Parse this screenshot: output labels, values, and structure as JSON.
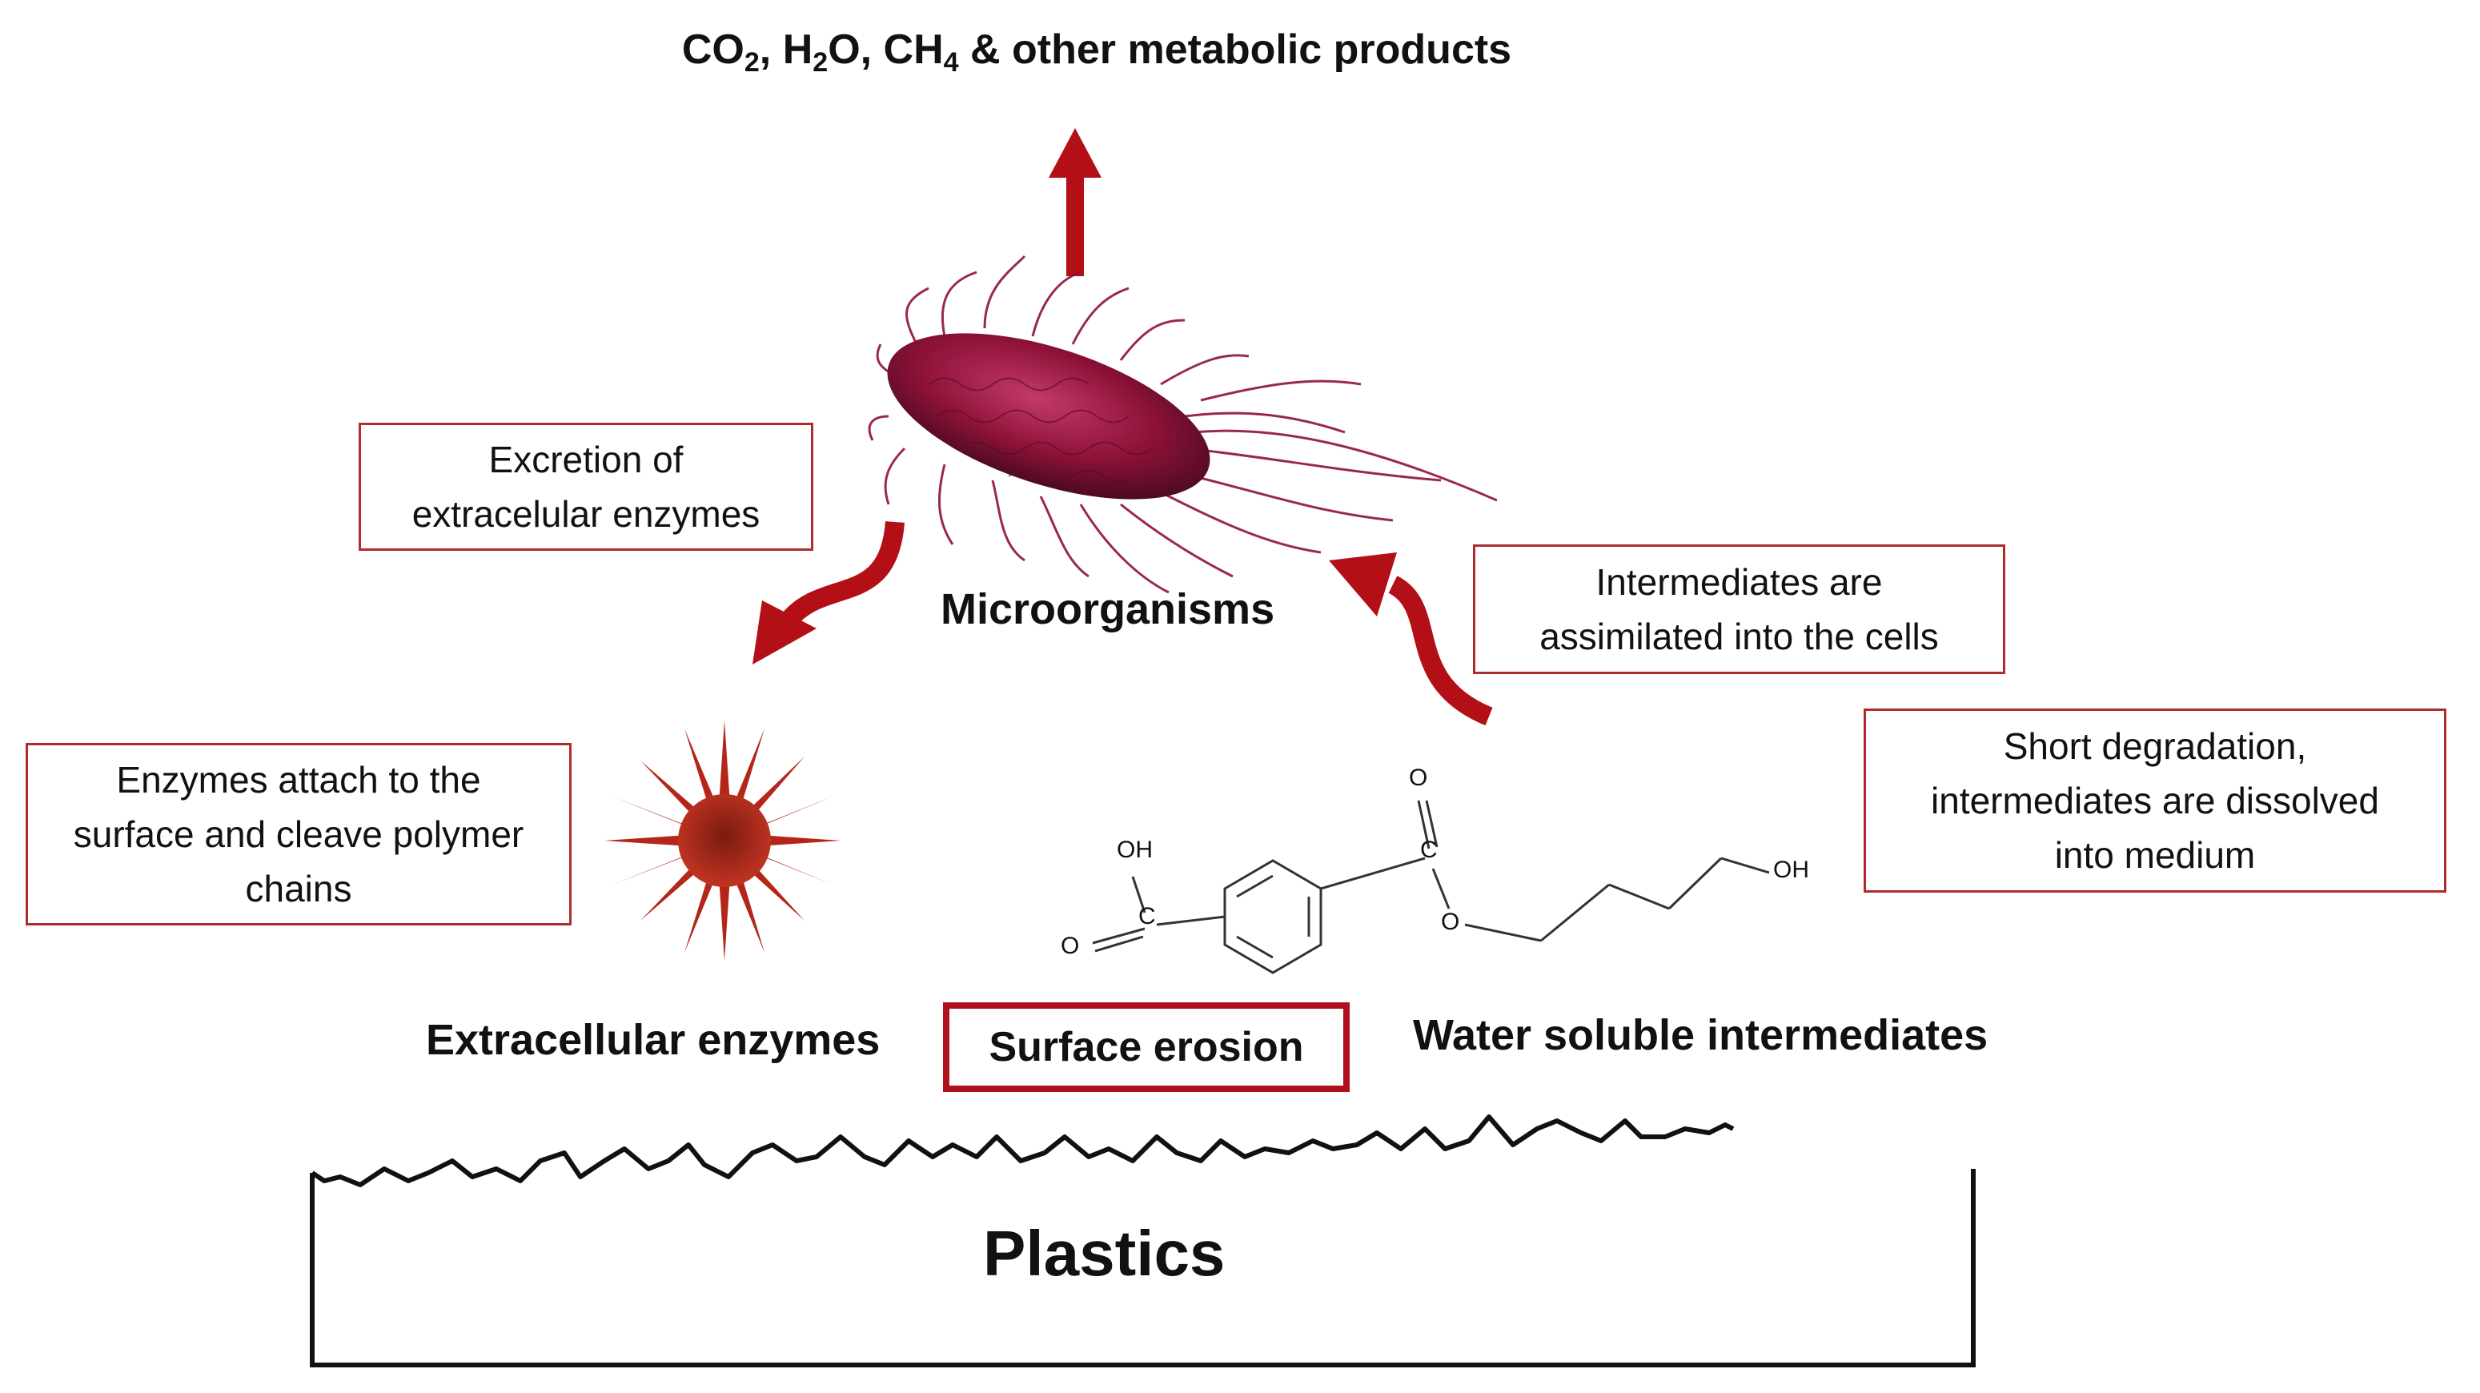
{
  "title": {
    "co2_main": "CO",
    "co2_sub": "2",
    "h2o_pre": "H",
    "h2o_sub": "2",
    "h2o_post": "O",
    "ch4_main": "CH",
    "ch4_sub": "4",
    "rest": " & other metabolic products"
  },
  "boxes": {
    "excretion": "Excretion of\nextracelular enzymes",
    "intermediates_assimilated": "Intermediates  are\nassimilated into the cells",
    "short_degradation": "Short degradation,\nintermediates are dissolved\ninto medium",
    "enzymes_attach": "Enzymes attach to the\nsurface and cleave polymer\nchains"
  },
  "labels": {
    "microorganisms": "Microorganisms",
    "extracellular_enzymes": "Extracellular enzymes",
    "water_soluble": "Water soluble intermediates",
    "surface_erosion": "Surface erosion",
    "plastics": "Plastics"
  },
  "molecule": {
    "oh_left": "OH",
    "o_left": "O",
    "c_left": "C",
    "o_top": "O",
    "c_right": "C",
    "o_ester": "O",
    "oh_right": "OH"
  },
  "colors": {
    "arrow_red": "#b30f17",
    "box_border": "#b02b2b",
    "bacterium": "#8e1238",
    "enzyme": "#b5261a"
  },
  "icons": [
    "bacterium-icon",
    "enzyme-particle-icon",
    "arrow-up-icon",
    "curved-arrow-down-icon",
    "curved-arrow-up-icon"
  ]
}
